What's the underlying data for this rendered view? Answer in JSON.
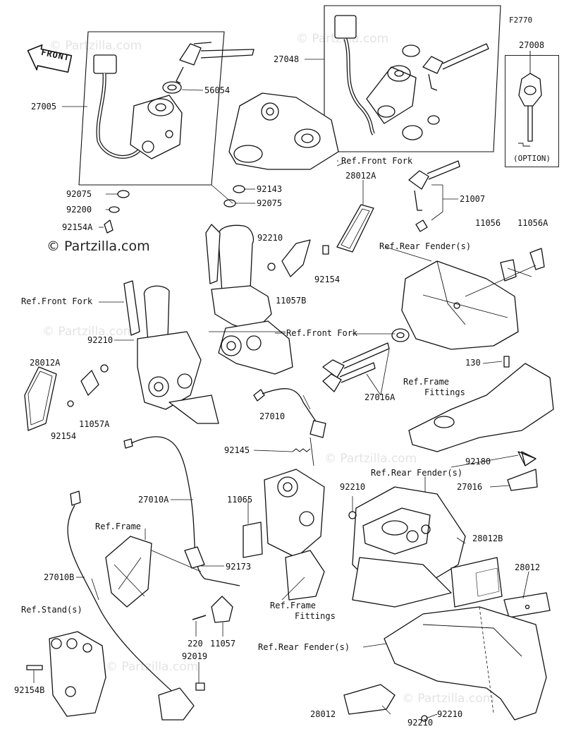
{
  "figure_code": "F2770",
  "copyright": "© Partzilla.com",
  "watermark": "© Partzilla.com",
  "front_label": "FRONT",
  "option_label": "(OPTION)",
  "part_labels": [
    {
      "id": "p27005",
      "text": "27005"
    },
    {
      "id": "p56054",
      "text": "56054"
    },
    {
      "id": "p92075a",
      "text": "92075"
    },
    {
      "id": "p92200",
      "text": "92200"
    },
    {
      "id": "p92154a",
      "text": "92154A"
    },
    {
      "id": "p92143",
      "text": "92143"
    },
    {
      "id": "p92075b",
      "text": "92075"
    },
    {
      "id": "p27048",
      "text": "27048"
    },
    {
      "id": "p27008",
      "text": "27008"
    },
    {
      "id": "p28012a_top",
      "text": "28012A"
    },
    {
      "id": "p21007",
      "text": "21007"
    },
    {
      "id": "p11056",
      "text": "11056"
    },
    {
      "id": "p11056a",
      "text": "11056A"
    },
    {
      "id": "p92210_top",
      "text": "92210"
    },
    {
      "id": "p92154_top",
      "text": "92154"
    },
    {
      "id": "p11057b",
      "text": "11057B"
    },
    {
      "id": "p92210_left",
      "text": "92210"
    },
    {
      "id": "p28012a_left",
      "text": "28012A"
    },
    {
      "id": "p92154_left",
      "text": "92154"
    },
    {
      "id": "p11057a",
      "text": "11057A"
    },
    {
      "id": "p130",
      "text": "130"
    },
    {
      "id": "p27016a",
      "text": "27016A"
    },
    {
      "id": "p27010",
      "text": "27010"
    },
    {
      "id": "p92145",
      "text": "92145"
    },
    {
      "id": "p92180",
      "text": "92180"
    },
    {
      "id": "p27016",
      "text": "27016"
    },
    {
      "id": "p27010a",
      "text": "27010A"
    },
    {
      "id": "p92210_mid",
      "text": "92210"
    },
    {
      "id": "p11065",
      "text": "11065"
    },
    {
      "id": "p28012b",
      "text": "28012B"
    },
    {
      "id": "p28012_right",
      "text": "28012"
    },
    {
      "id": "p27010b",
      "text": "27010B"
    },
    {
      "id": "p92173",
      "text": "92173"
    },
    {
      "id": "p220",
      "text": "220"
    },
    {
      "id": "p11057",
      "text": "11057"
    },
    {
      "id": "p92019",
      "text": "92019"
    },
    {
      "id": "p92154b",
      "text": "92154B"
    },
    {
      "id": "p28012_bottom",
      "text": "28012"
    },
    {
      "id": "p92210_bot_right",
      "text": "92210"
    },
    {
      "id": "p92210_bot",
      "text": "92210"
    }
  ],
  "reference_labels": [
    {
      "id": "r_front_fork_top",
      "text": "Ref.Front Fork"
    },
    {
      "id": "r_rear_fender_top",
      "text": "Ref.Rear Fender(s)"
    },
    {
      "id": "r_front_fork_left",
      "text": "Ref.Front Fork"
    },
    {
      "id": "r_front_fork_mid",
      "text": "Ref.Front Fork"
    },
    {
      "id": "r_frame_fittings_right_1",
      "text": "Ref.Frame"
    },
    {
      "id": "r_frame_fittings_right_2",
      "text": "Fittings"
    },
    {
      "id": "r_rear_fender_mid",
      "text": "Ref.Rear Fender(s)"
    },
    {
      "id": "r_frame",
      "text": "Ref.Frame"
    },
    {
      "id": "r_frame_fittings_bot_1",
      "text": "Ref.Frame"
    },
    {
      "id": "r_frame_fittings_bot_2",
      "text": "Fittings"
    },
    {
      "id": "r_stand",
      "text": "Ref.Stand(s)"
    },
    {
      "id": "r_rear_fender_bot",
      "text": "Ref.Rear Fender(s)"
    }
  ]
}
